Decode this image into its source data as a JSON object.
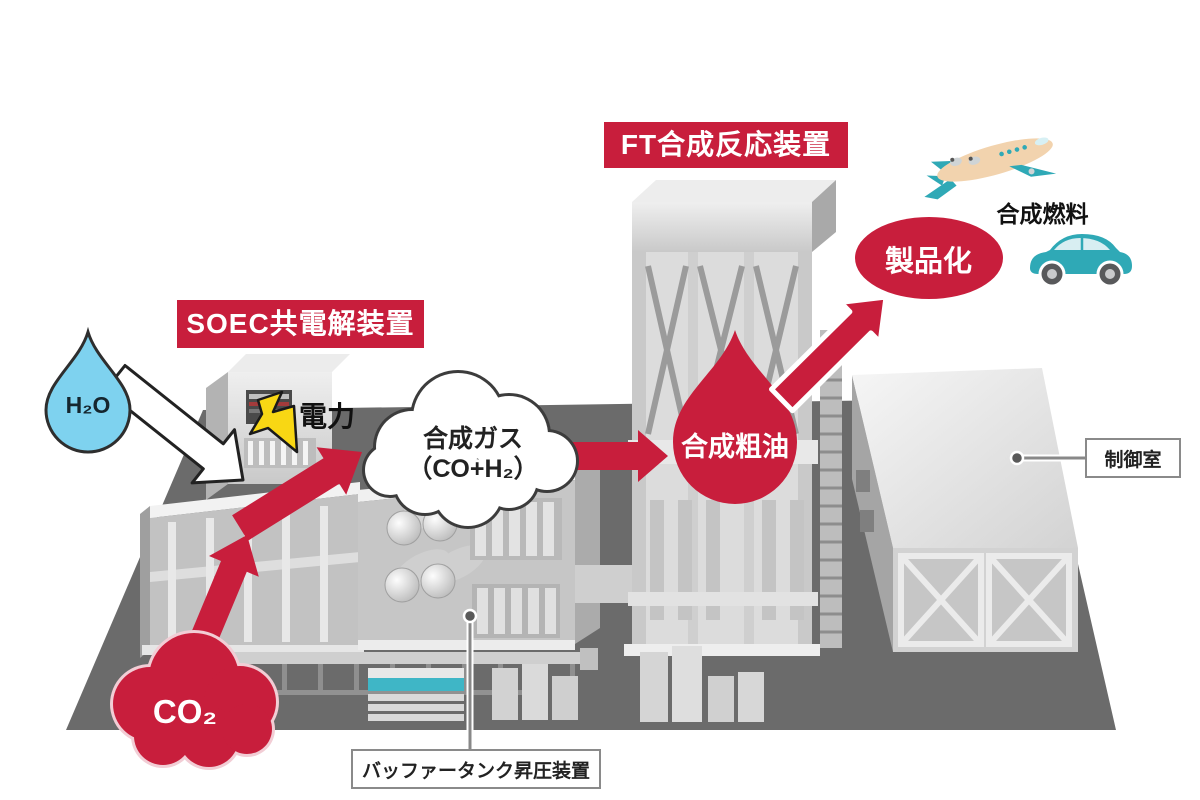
{
  "process_flow": {
    "inputs": {
      "water_label": "H₂O",
      "co2_label": "CO₂",
      "electricity_label": "電力"
    },
    "units": {
      "soec_label": "SOEC共電解装置",
      "ft_label": "FT合成反応装置"
    },
    "intermediates": {
      "syngas_line1": "合成ガス",
      "syngas_line2": "（CO+H₂）",
      "crude_oil_label": "合成粗油"
    },
    "outputs": {
      "productization_label": "製品化",
      "synthetic_fuel_label": "合成燃料"
    },
    "callouts": {
      "control_room_label": "制御室",
      "buffer_tank_label": "バッファータンク昇圧装置"
    }
  },
  "colors": {
    "accent_red": "#C81E3C",
    "water_blue": "#7ED2EF",
    "bolt_yellow": "#F8D714",
    "vehicle_teal": "#2FA9B6",
    "plane_cream": "#F2D3AE",
    "ground_gray": "#6B6B6B"
  }
}
